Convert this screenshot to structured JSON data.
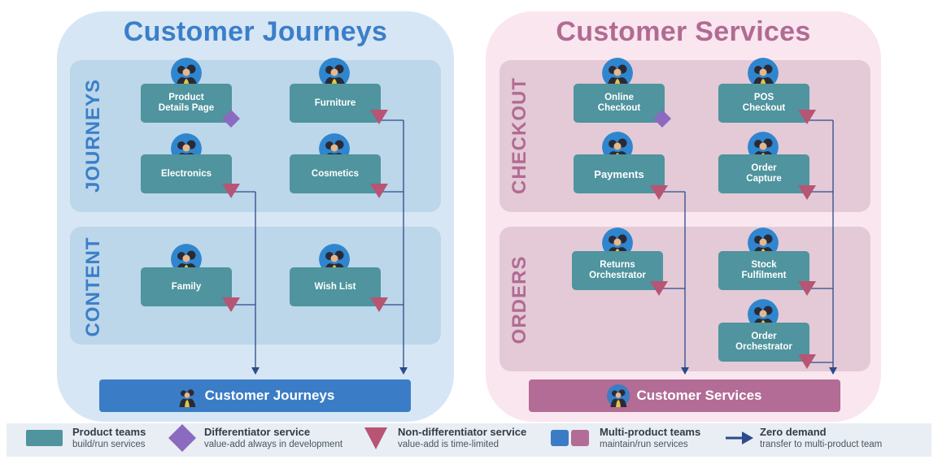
{
  "regions": {
    "journeys": {
      "title": "Customer Journeys",
      "color": "#3b7fc9",
      "bg": "#d6e6f4"
    },
    "services": {
      "title": "Customer Services",
      "color": "#b16b93",
      "bg": "#fae6ef"
    }
  },
  "groups": {
    "journeys": "JOURNEYS",
    "content": "CONTENT",
    "checkout": "CHECKOUT",
    "orders": "ORDERS"
  },
  "teams": {
    "product_details": "Product\nDetails Page",
    "furniture": "Furniture",
    "electronics": "Electronics",
    "cosmetics": "Cosmetics",
    "family": "Family",
    "wish_list": "Wish List",
    "online_checkout": "Online\nCheckout",
    "pos_checkout": "POS\nCheckout",
    "payments": "Payments",
    "order_capture": "Order\nCapture",
    "returns_orchestrator": "Returns\nOrchestrator",
    "stock_fulfilment": "Stock\nFulfilment",
    "order_orchestrator": "Order\nOrchestrator"
  },
  "platforms": {
    "journeys": {
      "label": "Customer Journeys",
      "color": "#3a7dc6"
    },
    "services": {
      "label": "Customer Services",
      "color": "#b26c95"
    }
  },
  "colors": {
    "product_team": "#4f949e",
    "differentiator": "#8a6bbf",
    "non_differentiator": "#b85474",
    "arrow": "#2c4a8c"
  },
  "legend": {
    "product_teams": {
      "title": "Product teams",
      "sub": "build/run services"
    },
    "differentiator": {
      "title": "Differentiator service",
      "sub": "value-add always in development"
    },
    "non_differentiator": {
      "title": "Non-differentiator service",
      "sub": "value-add is time-limited"
    },
    "multi_product": {
      "title": "Multi-product teams",
      "sub": "maintain/run services"
    },
    "zero_demand": {
      "title": "Zero demand",
      "sub": "transfer to multi-product team"
    }
  }
}
